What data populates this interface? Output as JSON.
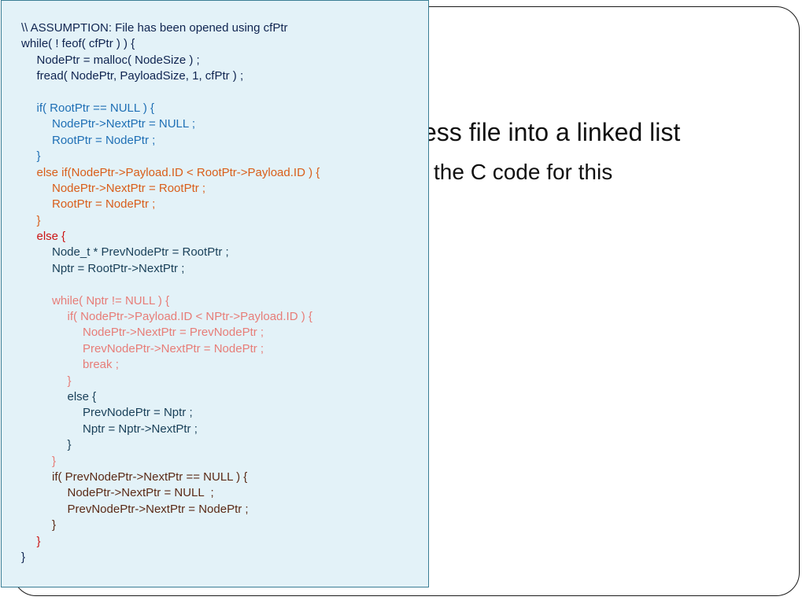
{
  "slide": {
    "bullets": [
      "ess file into a linked list",
      "the C code for this"
    ]
  },
  "code_box": {
    "colors": {
      "dark": "#0f2450",
      "blue": "#1e6fb5",
      "orange": "#d95e1a",
      "red": "#cc1414",
      "teal": "#183f58",
      "pink": "#e77d78",
      "brown": "#5a2a16"
    },
    "lines": [
      {
        "indent": 0,
        "text": "\\\\ ASSUMPTION: File has been opened using cfPtr",
        "color": "dark"
      },
      {
        "indent": 0,
        "text": "while( ! feof( cfPtr ) ) {",
        "color": "dark"
      },
      {
        "indent": 1,
        "text": "NodePtr = malloc( NodeSize ) ;",
        "color": "dark"
      },
      {
        "indent": 1,
        "text": "fread( NodePtr, PayloadSize, 1, cfPtr ) ;",
        "color": "dark"
      },
      {
        "indent": 0,
        "text": "",
        "color": "dark"
      },
      {
        "indent": 1,
        "text": "if( RootPtr == NULL ) {",
        "color": "blue"
      },
      {
        "indent": 2,
        "text": "NodePtr->NextPtr = NULL ;",
        "color": "blue"
      },
      {
        "indent": 2,
        "text": "RootPtr = NodePtr ;",
        "color": "blue"
      },
      {
        "indent": 1,
        "text": "}",
        "color": "blue"
      },
      {
        "indent": 1,
        "text": "else if(NodePtr->Payload.ID < RootPtr->Payload.ID ) {",
        "color": "orange"
      },
      {
        "indent": 2,
        "text": "NodePtr->NextPtr = RootPtr ;",
        "color": "orange"
      },
      {
        "indent": 2,
        "text": "RootPtr = NodePtr ;",
        "color": "orange"
      },
      {
        "indent": 1,
        "text": "}",
        "color": "orange"
      },
      {
        "indent": 1,
        "text": "else {",
        "color": "red"
      },
      {
        "indent": 2,
        "text": "Node_t * PrevNodePtr = RootPtr ;",
        "color": "teal"
      },
      {
        "indent": 2,
        "text": "Nptr = RootPtr->NextPtr ;",
        "color": "teal"
      },
      {
        "indent": 0,
        "text": "",
        "color": "teal"
      },
      {
        "indent": 2,
        "text": "while( Nptr != NULL ) {",
        "color": "pink"
      },
      {
        "indent": 3,
        "text": "if( NodePtr->Payload.ID < NPtr->Payload.ID ) {",
        "color": "pink"
      },
      {
        "indent": 4,
        "text": "NodePtr->NextPtr = PrevNodePtr ;",
        "color": "pink"
      },
      {
        "indent": 4,
        "text": "PrevNodePtr->NextPtr = NodePtr ;",
        "color": "pink"
      },
      {
        "indent": 4,
        "text": "break ;",
        "color": "pink"
      },
      {
        "indent": 3,
        "text": "}",
        "color": "pink"
      },
      {
        "indent": 3,
        "text": "else {",
        "color": "teal"
      },
      {
        "indent": 4,
        "text": "PrevNodePtr = Nptr ;",
        "color": "teal"
      },
      {
        "indent": 4,
        "text": "Nptr = Nptr->NextPtr ;",
        "color": "teal"
      },
      {
        "indent": 3,
        "text": "}",
        "color": "teal"
      },
      {
        "indent": 2,
        "text": "}",
        "color": "pink"
      },
      {
        "indent": 2,
        "text": "if( PrevNodePtr->NextPtr == NULL ) {",
        "color": "brown"
      },
      {
        "indent": 3,
        "text": "NodePtr->NextPtr = NULL  ;",
        "color": "brown"
      },
      {
        "indent": 3,
        "text": "PrevNodePtr->NextPtr = NodePtr ;",
        "color": "brown"
      },
      {
        "indent": 2,
        "text": "}",
        "color": "brown"
      },
      {
        "indent": 1,
        "text": "}",
        "color": "red"
      },
      {
        "indent": 0,
        "text": "}",
        "color": "dark"
      }
    ]
  }
}
